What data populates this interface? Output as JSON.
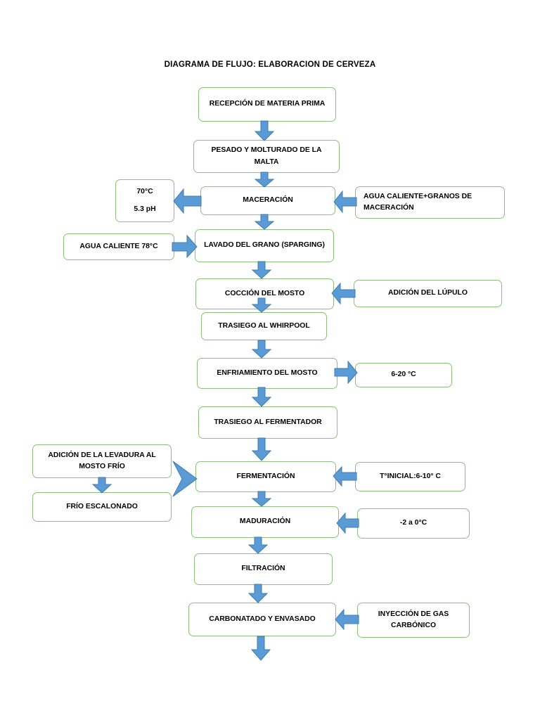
{
  "title": "DIAGRAMA DE FLUJO: ELABORACION DE CERVEZA",
  "colors": {
    "box_border": "#8DC07C",
    "arrow_fill": "#5B9BD5",
    "arrow_stroke": "#3E7CB1",
    "background": "#FFFFFF",
    "text": "#000000"
  },
  "main_flow": [
    {
      "id": "recepcion",
      "label": "RECEPCIÓN DE MATERIA PRIMA"
    },
    {
      "id": "pesado",
      "label": "PESADO Y MOLTURADO DE LA MALTA"
    },
    {
      "id": "maceracion",
      "label": "MACERACIÓN"
    },
    {
      "id": "lavado",
      "label": "LAVADO DEL GRANO (SPARGING)"
    },
    {
      "id": "coccion",
      "label": "COCCIÓN DEL MOSTO"
    },
    {
      "id": "whirpool",
      "label": "TRASIEGO AL WHIRPOOL"
    },
    {
      "id": "enfriamiento",
      "label": "ENFRIAMIENTO DEL MOSTO"
    },
    {
      "id": "trasiego_fermentador",
      "label": "TRASIEGO AL FERMENTADOR"
    },
    {
      "id": "fermentacion",
      "label": "FERMENTACIÓN"
    },
    {
      "id": "maduracion",
      "label": "MADURACIÓN"
    },
    {
      "id": "filtracion",
      "label": "FILTRACIÓN"
    },
    {
      "id": "carbonatado",
      "label": "CARBONATADO Y ENVASADO"
    }
  ],
  "side_notes": {
    "maceracion_params_temp": "70°C",
    "maceracion_params_ph": "5.3 pH",
    "maceracion_input": "AGUA CALIENTE+GRANOS DE MACERACIÓN",
    "sparging_input": "AGUA CALIENTE 78°C",
    "coccion_input": "ADICIÓN DEL LÚPULO",
    "enfriamiento_output": "6-20 °C",
    "levadura": "ADICIÓN DE LA LEVADURA AL MOSTO FRÍO",
    "frio_escalonado": "FRÍO ESCALONADO",
    "fermentacion_input": "T°INICIAL:6-10° C",
    "maduracion_input": "-2 a 0°C",
    "carbonatado_input": "INYECCIÓN DE GAS CARBÓNICO"
  },
  "icons": {
    "arrow_down": "arrow-down-icon",
    "arrow_left": "arrow-left-icon",
    "arrow_right": "arrow-right-icon",
    "chevron_right": "chevron-right-icon"
  }
}
